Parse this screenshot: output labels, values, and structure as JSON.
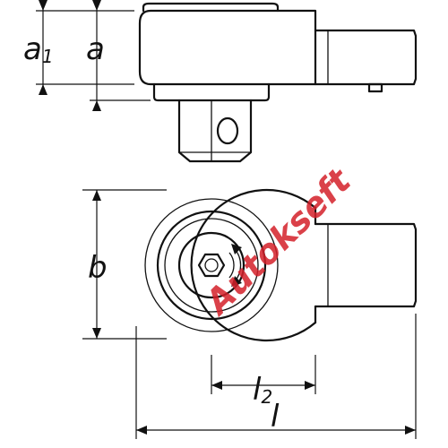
{
  "labels": {
    "a1_main": "a",
    "a1_sub": "1",
    "a": "a",
    "b": "b",
    "l2_main": "l",
    "l2_sub": "2",
    "l": "l"
  },
  "watermark": {
    "text": "Autokseft"
  },
  "colors": {
    "line": "#111111",
    "watermark": "#d4202a",
    "background": "#ffffff"
  }
}
